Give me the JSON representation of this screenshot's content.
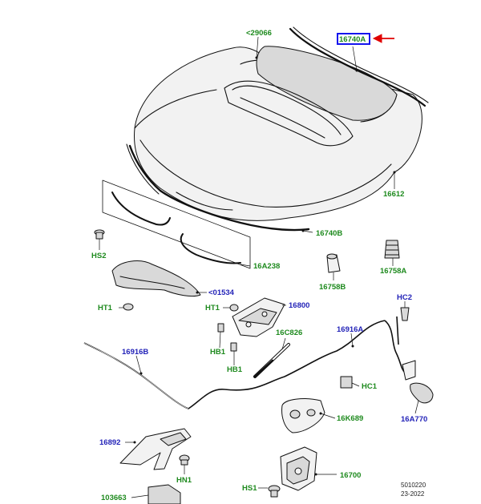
{
  "callouts": {
    "c29066": "<29066",
    "c16740A": "16740A",
    "c16612": "16612",
    "c16740B": "16740B",
    "cHS2": "HS2",
    "c16A238": "16A238",
    "c01534": "<01534",
    "c16758B": "16758B",
    "c16758A": "16758A",
    "cHT1a": "HT1",
    "cHT1b": "HT1",
    "c16800": "16800",
    "cHC2": "HC2",
    "c16916A": "16916A",
    "c16C826": "16C826",
    "c16916B": "16916B",
    "cHB1a": "HB1",
    "cHB1b": "HB1",
    "cHC1": "HC1",
    "c16K689": "16K689",
    "c16A770": "16A770",
    "c16892": "16892",
    "c16700": "16700",
    "cHN1": "HN1",
    "cHS1": "HS1",
    "c103663": "103663"
  },
  "footer": {
    "ref_number": "5010220",
    "ref_date": "23-2022"
  },
  "colors": {
    "label_green": "#1e8a1e",
    "label_blue": "#2323b8",
    "highlight_box": "#1515ee",
    "pointer_arrow": "#e00000"
  }
}
